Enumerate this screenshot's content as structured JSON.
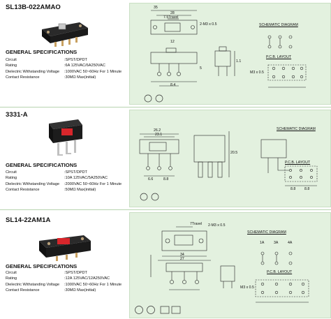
{
  "products": [
    {
      "model": "SL13B-022AMAO",
      "spec_heading": "GENERAL SPECIFICATIONS",
      "specs": [
        {
          "label": "Circuit",
          "value": ":SPST/DPDT"
        },
        {
          "label": "Rating",
          "value": ":6A 125VAC/6A250VAC"
        },
        {
          "label": "Dielectric Withstanding Voltage",
          "value": ":1000VAC 50~60Hz For 1 Minute"
        },
        {
          "label": "Contact Resistance",
          "value": ":30MΩ Max(initial)"
        }
      ],
      "diagram_labels": {
        "schematic": "SCHEMATIC DIAGRAM",
        "pcb": "P.C.B. LAYOUT"
      },
      "dims": {
        "a": "35",
        "b": "28",
        "c": "7.5Travel",
        "d": "12",
        "e": "2-M3 x 0.5",
        "f": "M3 x 0.5",
        "g": "8.4",
        "h": "1.1",
        "i": "5"
      }
    },
    {
      "model": "3331-A",
      "spec_heading": "GENERAL SPECIFICATIONS",
      "specs": [
        {
          "label": "Circuit",
          "value": ":SPST/DPDT"
        },
        {
          "label": "Rating",
          "value": ":10A 125VAC/5A250VAC"
        },
        {
          "label": "Dielectric Withstanding Voltage",
          "value": ":2000VAC 50~60Hz For 1 Minute"
        },
        {
          "label": "Contact Resistance",
          "value": ":50MΩ Max(initial)"
        }
      ],
      "diagram_labels": {
        "schematic": "SCHEMATIC DIAGRAM",
        "pcb": "P.C.B. LAYOUT"
      },
      "dims": {
        "a": "26.2",
        "b": "23.1",
        "c": "6.6",
        "d": "8.8",
        "e": "20.5",
        "f": "8.8",
        "g": "8.8"
      }
    },
    {
      "model": "SL14-22AM1A",
      "spec_heading": "GENERAL SPECIFICATIONS",
      "specs": [
        {
          "label": "Circuit",
          "value": ":SPST/DPDT"
        },
        {
          "label": "Rating",
          "value": ":12A 125VAC/12A250VAC"
        },
        {
          "label": "Dielectric Withstanding Voltage",
          "value": ":1000VAC 50~60Hz For 1 Minute"
        },
        {
          "label": "Contact Resistance",
          "value": ":30MΩ Max(initial)"
        }
      ],
      "diagram_labels": {
        "schematic": "SCHEMATIC DIAGRAM",
        "pcb": "P.C.B. LAYOUT"
      },
      "dims": {
        "a": "7Travel",
        "b": "2-M3 x 0.5",
        "c": "34",
        "d": "27",
        "e": "M3 x 0.5",
        "f": "1A",
        "g": "3A",
        "h": "4A"
      }
    }
  ],
  "colors": {
    "panel": "#e3f1df",
    "accent_red": "#d8262b",
    "switch_body": "#1a1a1a"
  }
}
